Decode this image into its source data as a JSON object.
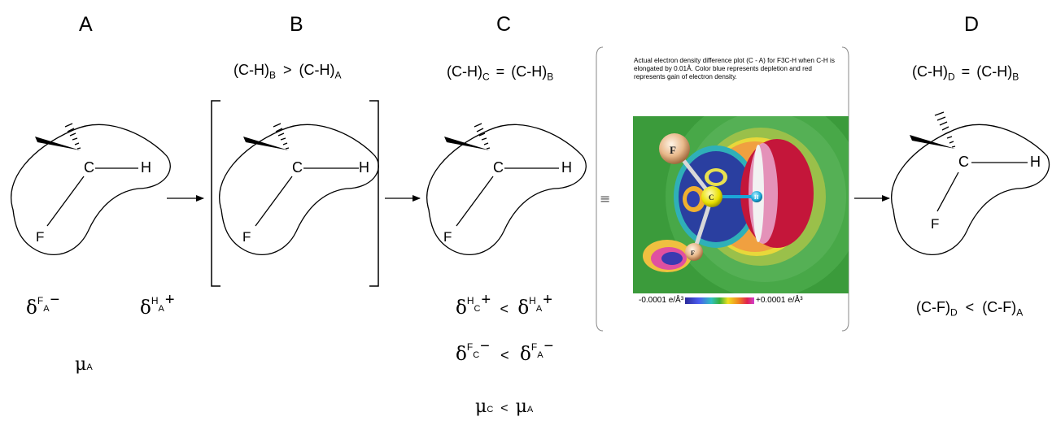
{
  "panels": {
    "a": {
      "letter": "A"
    },
    "b": {
      "letter": "B"
    },
    "c": {
      "letter": "C"
    },
    "d": {
      "letter": "D"
    }
  },
  "atoms": {
    "carbon": "C",
    "hydrogen": "H",
    "fluorine": "F"
  },
  "relations": {
    "b_ch": {
      "left": "(C-H)",
      "left_sub": "B",
      "op": ">",
      "right": "(C-H)",
      "right_sub": "A"
    },
    "c_ch": {
      "left": "(C-H)",
      "left_sub": "C",
      "op": "=",
      "right": "(C-H)",
      "right_sub": "B"
    },
    "d_ch": {
      "left": "(C-H)",
      "left_sub": "D",
      "op": "=",
      "right": "(C-H)",
      "right_sub": "B"
    },
    "d_cf": {
      "left": "(C-F)",
      "left_sub": "D",
      "op": "<",
      "right": "(C-F)",
      "right_sub": "A"
    }
  },
  "charges": {
    "a_f": {
      "delta": "δ",
      "atom": "F",
      "state": "A",
      "sign": "−"
    },
    "a_h": {
      "delta": "δ",
      "atom": "H",
      "state": "A",
      "sign": "+"
    },
    "c_h_left": {
      "delta": "δ",
      "atom": "H",
      "state": "C",
      "sign": "+"
    },
    "c_h_op": "<",
    "c_h_right": {
      "delta": "δ",
      "atom": "H",
      "state": "A",
      "sign": "+"
    },
    "c_f_left": {
      "delta": "δ",
      "atom": "F",
      "state": "C",
      "sign": "−"
    },
    "c_f_op": "<",
    "c_f_right": {
      "delta": "δ",
      "atom": "F",
      "state": "A",
      "sign": "−"
    }
  },
  "dipoles": {
    "a": {
      "symbol": "μ",
      "sub": "A"
    },
    "c_left": {
      "symbol": "μ",
      "sub": "C"
    },
    "c_op": "<",
    "c_right": {
      "symbol": "μ",
      "sub": "A"
    }
  },
  "equiv_symbol": "≡",
  "density_plot": {
    "caption": "Actual electron density difference plot (C - A) for F3C-H when C-H is elongated by 0.01Å. Color blue represents depletion and red represents gain of electron density.",
    "atom_labels": {
      "f_top": "F",
      "c": "C",
      "h": "H",
      "f_bottom": "F"
    },
    "legend_min": "-0.0001 e/Å³",
    "legend_max": "+0.0001 e/Å³",
    "colors": {
      "background": "#3b9b3b",
      "depletion": "#2a3fa0",
      "gain": "#c4163a",
      "boundary": "#f2f2f2"
    }
  }
}
